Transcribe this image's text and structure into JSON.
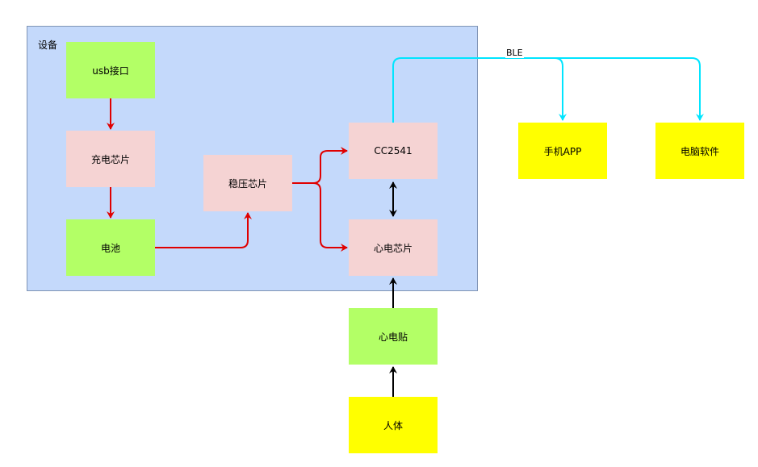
{
  "container": {
    "label": "设备",
    "fill": "#c4d9fb"
  },
  "nodes": {
    "usb": "usb接口",
    "charge_chip": "充电芯片",
    "battery": "电池",
    "regulator": "稳压芯片",
    "cc2541": "CC2541",
    "ecg_chip": "心电芯片",
    "ecg_patch": "心电贴",
    "human": "人体",
    "phone_app": "手机APP",
    "pc_software": "电脑软件"
  },
  "edges": {
    "ble_label": "BLE"
  },
  "colors": {
    "green": "#b3ff66",
    "pink": "#f5d3d3",
    "yellow": "#ffff00",
    "red_edge": "#e00000",
    "black_edge": "#000000",
    "cyan_edge": "#00e5ff"
  }
}
